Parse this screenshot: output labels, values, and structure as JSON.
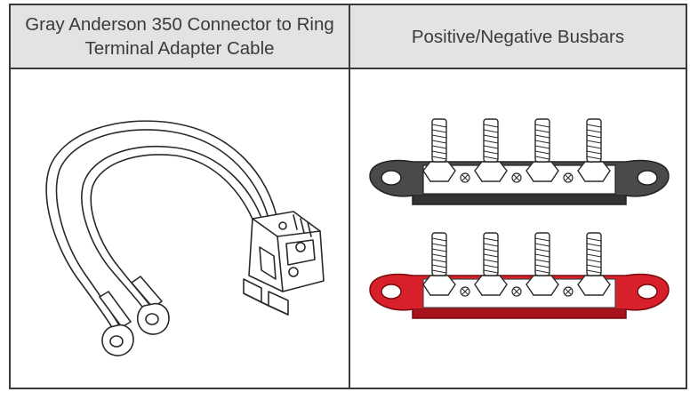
{
  "table": {
    "headers": {
      "left": "Gray Anderson 350 Connector to Ring Terminal Adapter Cable",
      "right": "Positive/Negative Busbars"
    },
    "colors": {
      "negative_busbar": "#4a4a4a",
      "positive_busbar": "#d8202a",
      "border": "#3a3a3a",
      "header_bg": "#e3e3e3"
    },
    "icons": [
      "adapter-cable-illustration",
      "negative-busbar-illustration",
      "positive-busbar-illustration"
    ]
  }
}
